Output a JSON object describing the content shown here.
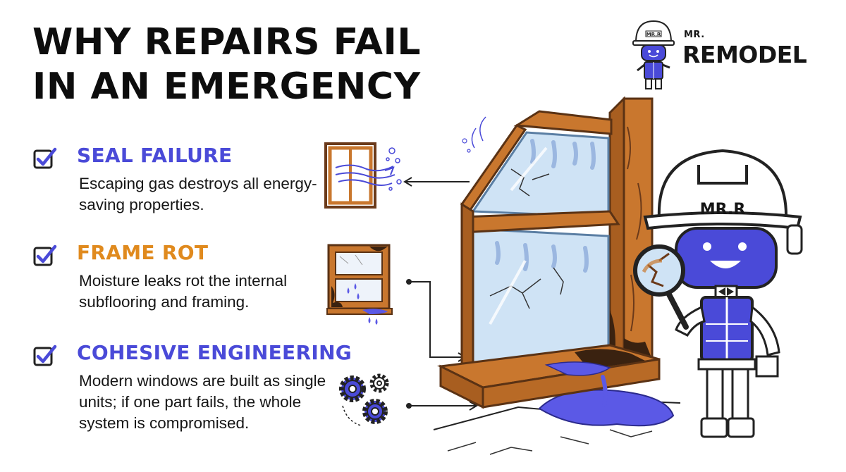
{
  "title": {
    "line1": "WHY REPAIRS FAIL",
    "line2": "IN AN EMERGENCY"
  },
  "brand": {
    "prefix": "MR.",
    "name": "REMODEL",
    "mascot_badge": "MR.R"
  },
  "items": [
    {
      "heading": "SEAL FAILURE",
      "description": "Escaping gas destroys all energy-saving properties.",
      "heading_color": "#4a4ad8",
      "icon": "window-seal-leak-icon"
    },
    {
      "heading": "FRAME ROT",
      "description": "Moisture leaks rot the internal subflooring and framing.",
      "heading_color": "#e08a1e",
      "icon": "rotting-window-icon"
    },
    {
      "heading": "COHESIVE ENGINEERING",
      "description": "Modern windows are built as single units; if one part fails, the whole system is compromised.",
      "heading_color": "#4a4ad8",
      "icon": "gears-icon"
    }
  ],
  "colors": {
    "accent_purple": "#4a4ad8",
    "accent_orange": "#e08a1e",
    "wood": "#c9772e",
    "glass": "#cfe3f5",
    "water": "#5b59e6"
  }
}
